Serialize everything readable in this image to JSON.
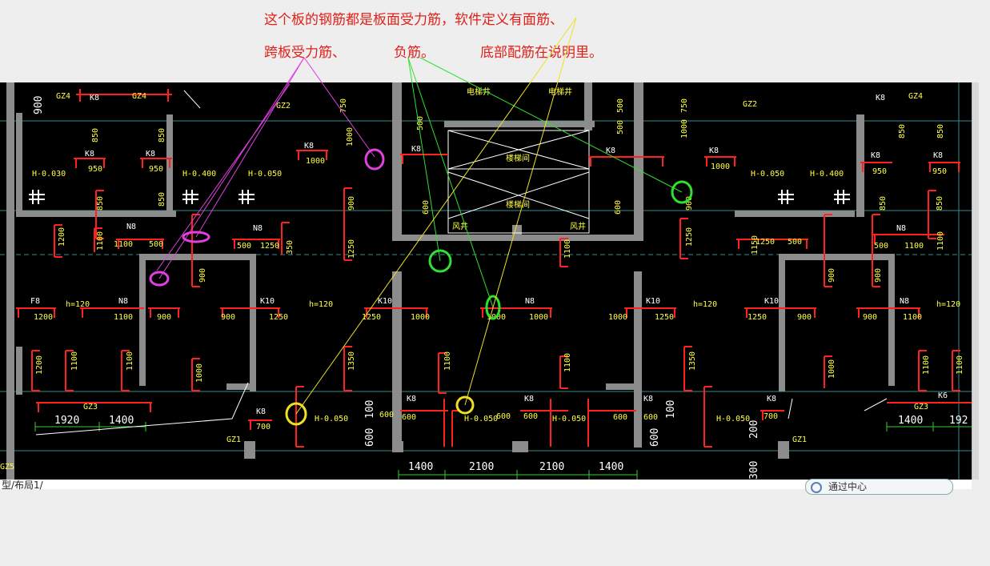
{
  "annotations": {
    "line1": "这个板的钢筋都是板面受力筋，软件定义有面筋、",
    "line2_part1": "跨板受力筋、",
    "line2_part2": "负筋。",
    "line2_part3": "底部配筋在说明里。"
  },
  "drawing": {
    "heights": [
      "H-0.030",
      "H-0.400",
      "H-0.050",
      "H-0.050",
      "H-0.400",
      "h=120",
      "h=120",
      "h=120",
      "H-0.050",
      "H-0.050",
      "H-0.050",
      "H-0.050"
    ],
    "columns": [
      "GZ4",
      "GZ4",
      "GZ2",
      "GZ2",
      "GZ4",
      "GZ3",
      "GZ3",
      "GZ1",
      "GZ1",
      "GZ5"
    ],
    "rooms": [
      "电梯井",
      "电梯井",
      "楼梯间",
      "楼梯间",
      "风井",
      "风井"
    ],
    "rebar_labels": [
      "K8",
      "K10",
      "N8",
      "F8",
      "K6"
    ],
    "bar_lengths": [
      "850",
      "950",
      "1000",
      "1100",
      "1200",
      "1250",
      "1350",
      "500",
      "600",
      "700",
      "750",
      "900",
      "350"
    ],
    "dimensions": [
      "1920",
      "1400",
      "1400",
      "2100",
      "2100",
      "1400",
      "1400",
      "192",
      "900",
      "600",
      "100",
      "200",
      "300"
    ]
  },
  "tab": {
    "label": "型/布局1/"
  },
  "widget": {
    "label": "通过中心"
  },
  "colors": {
    "annotation": "#e0201a",
    "canvas_bg": "#000000",
    "rebar": "#ff2020",
    "text_white": "#ffffff",
    "text_yellow": "#ffff40",
    "dim_green": "#30d030",
    "wall_gray": "#9a9a9a",
    "leader_magenta": "#e040e0",
    "leader_green": "#30e030",
    "leader_yellow": "#f0e020",
    "grid_cyan": "#40b0b0"
  }
}
